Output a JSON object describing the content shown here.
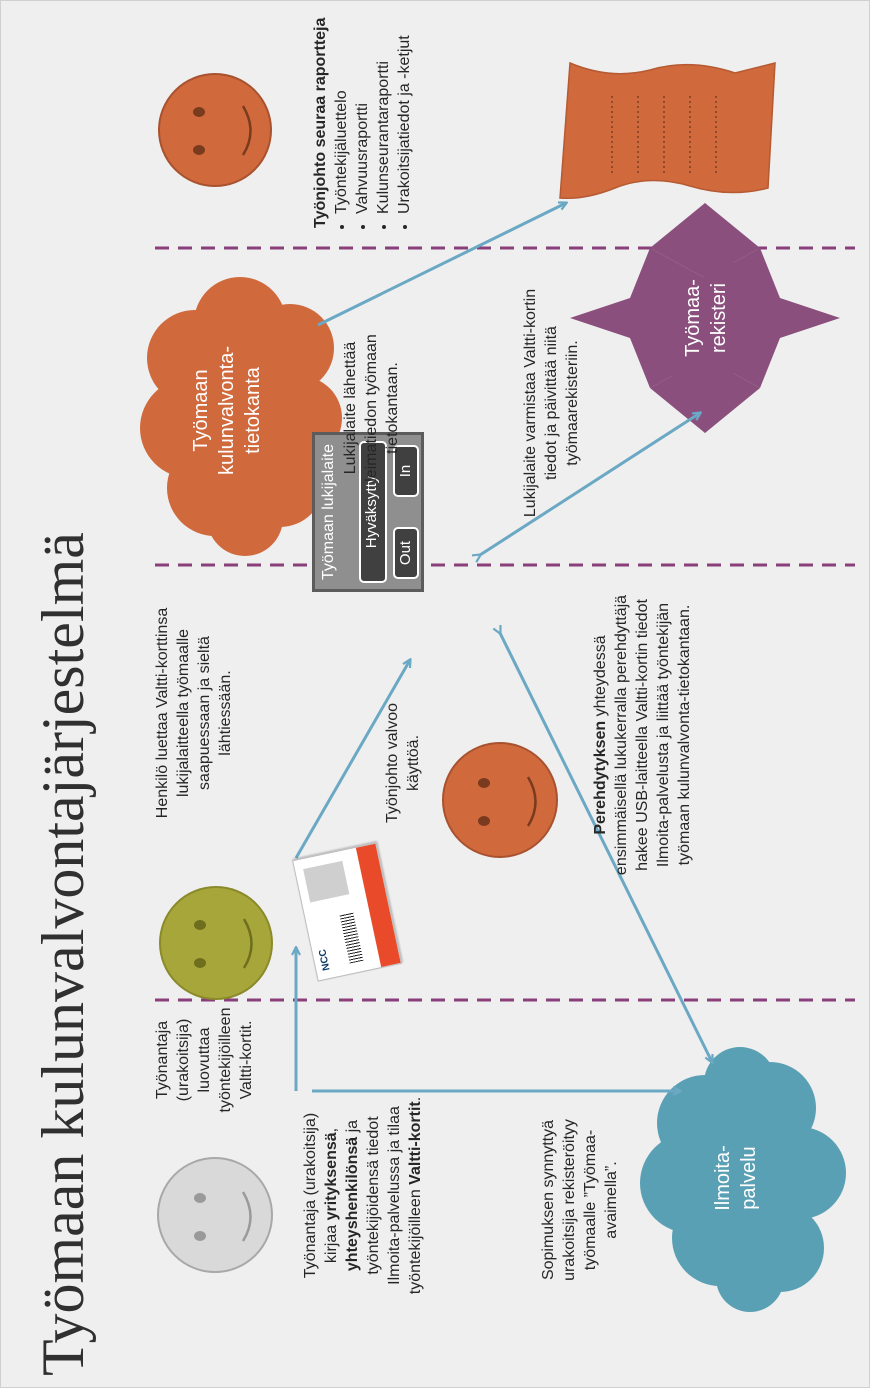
{
  "title": "Työmaan kulunvalvontajärjestelmä",
  "colors": {
    "background": "#efefef",
    "grey_face": "#d9d9d9",
    "olive_face": "#a6a63a",
    "orange": "#d0693c",
    "blue_cloud": "#5aa0b4",
    "purple_star": "#8a4f7d",
    "arrow": "#6aa8c4",
    "divider": "#8a3f7a"
  },
  "icons": {
    "employer_face": "neutral-face-icon",
    "worker_face": "smiley-face-icon",
    "supervisor_face": "smiley-face-icon",
    "management_face": "smiley-face-icon",
    "valtti_card": "id-card-icon",
    "report": "document-scroll-icon",
    "registry": "star-icon"
  },
  "employer": {
    "top_text": "Työnantaja (urakoitsija) luovuttaa työntekijöilleen Valtti-kortit.",
    "register_parts": [
      {
        "text": "Työnantaja (urakoitsija) kirjaa ",
        "bold": false
      },
      {
        "text": "yrityksensä",
        "bold": true
      },
      {
        "text": ", ",
        "bold": false
      },
      {
        "text": "yhteyshenkilönsä",
        "bold": true
      },
      {
        "text": " ja työntekijöidensä tiedot Ilmoita-palvelussa ja tilaa työntekijöilleen ",
        "bold": false
      },
      {
        "text": "Valtti-kortit",
        "bold": true
      },
      {
        "text": ".",
        "bold": false
      }
    ],
    "contract_text": "Sopimuksen synnyttyä urakoitsija rekisteröityy työmaalle ”Työmaa-avaimella”."
  },
  "ilmoita": {
    "label": "Ilmoita-palvelu"
  },
  "worker": {
    "text": "Henkilö luettaa Valtti-korttinsa lukijalaitteella työmaalle saapuessaan ja sieltä lähtiessään.",
    "supervisor_text": "Työnjohto valvoo käyttöä.",
    "card_logo": "NCC"
  },
  "induction": {
    "bold": "Perehdytyksen",
    "text": " yhteydessä ensimmäisellä lukukerralla perehdyttäjä hakee USB-laitteella Valtti-kortin tiedot Ilmoita-palvelusta ja liittää työntekijän työmaan kulunvalvonta-tietokantaan."
  },
  "reader": {
    "label": "Työmaan lukijalaite",
    "accept": "Hyväksytty",
    "out": "Out",
    "in": "In"
  },
  "database": {
    "label": "Työmaan kulunvalvonta-tietokanta",
    "send_text": "Lukijalaite lähettää leimatiedon työmaan tietokantaan.",
    "verify_text": "Lukijalaite varmistaa Valtti-kortin tiedot ja päivittää niitä työmaarekisteriin."
  },
  "registry": {
    "label": "Työmaa-rekisteri"
  },
  "management": {
    "heading": "Työnjohto seuraa raportteja",
    "reports": [
      "Työntekijäluettelo",
      "Vahvuusraportti",
      "Kulunseurantaraportti",
      "Urakoitsijatiedot ja -ketjut"
    ]
  }
}
